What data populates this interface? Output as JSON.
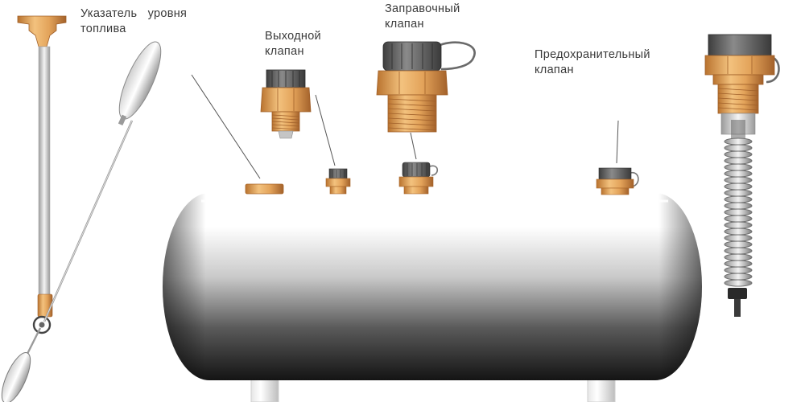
{
  "labels": {
    "fuel_gauge": {
      "line1": "Указатель уровня",
      "line2": "топлива"
    },
    "outlet_valve": {
      "line1": "Выходной",
      "line2": "клапан"
    },
    "filler_valve": {
      "line1": "Заправочный",
      "line2": "клапан"
    },
    "safety_valve": {
      "line1": "Предохранительный",
      "line2": "клапан"
    }
  },
  "colors": {
    "brass": "#e0a25a",
    "brass_dark": "#a8662a",
    "cap_gray": "#5e5e5e",
    "tank_dark": "#1e1e1e",
    "background": "#ffffff"
  }
}
